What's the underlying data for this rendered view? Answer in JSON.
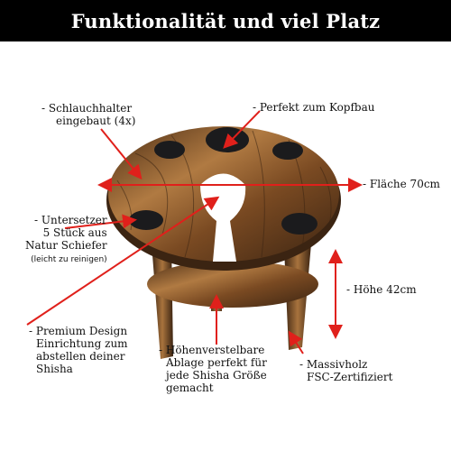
{
  "header": {
    "title": "Funktionalität und viel Platz"
  },
  "colors": {
    "banner_bg": "#000000",
    "banner_text": "#ffffff",
    "wood_dark": "#3b2412",
    "wood_mid": "#8a5a2b",
    "wood_light": "#c89a5f",
    "slate": "#1b1b1d",
    "arrow": "#e0201b"
  },
  "features": {
    "hose_holder": {
      "line1": "- Schlauchhalter",
      "line2": "eingebaut (4x)"
    },
    "head_build": {
      "line1": "- Perfekt zum Kopfbau"
    },
    "surface": {
      "line1": "- Fläche 70cm"
    },
    "coasters": {
      "line1": "- Untersetzer",
      "line2": "5 Stück aus",
      "line3": "Natur Schiefer",
      "note": "(leicht zu reinigen)"
    },
    "height": {
      "line1": "- Höhe 42cm"
    },
    "premium": {
      "line1": "- Premium Design",
      "line2": "Einrichtung zum",
      "line3": "abstellen deiner",
      "line4": "Shisha"
    },
    "shelf": {
      "line1": "- Höhenverstelbare",
      "line2": "Ablage perfekt für",
      "line3": "jede Shisha Größe",
      "line4": "gemacht"
    },
    "wood": {
      "line1": "- Massivholz",
      "line2": "FSC-Zertifiziert"
    }
  }
}
